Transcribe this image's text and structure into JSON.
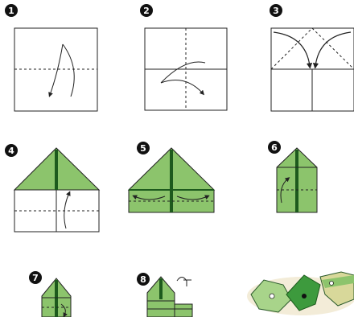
{
  "steps": [
    {
      "number": "1",
      "icon": "fold-diagonal-arrow"
    },
    {
      "number": "2",
      "icon": "fold-down-arrow"
    },
    {
      "number": "3",
      "icon": "fold-corners-arrow"
    },
    {
      "number": "4",
      "icon": "fold-up-arrow"
    },
    {
      "number": "5",
      "icon": "fold-sides-arrow"
    },
    {
      "number": "6",
      "icon": "fold-flap-arrow"
    },
    {
      "number": "7",
      "icon": "fold-hat-arrow"
    },
    {
      "number": "8",
      "icon": "turn-over-arrow"
    }
  ],
  "colors": {
    "paper_green": "#8cc46c",
    "paper_dark": "#1d5a1d",
    "line": "#222222",
    "badge": "#111111",
    "boat_green": "#3d9a3d",
    "boat_light": "#a8d48a",
    "boat_yellow": "#d8d89a"
  }
}
